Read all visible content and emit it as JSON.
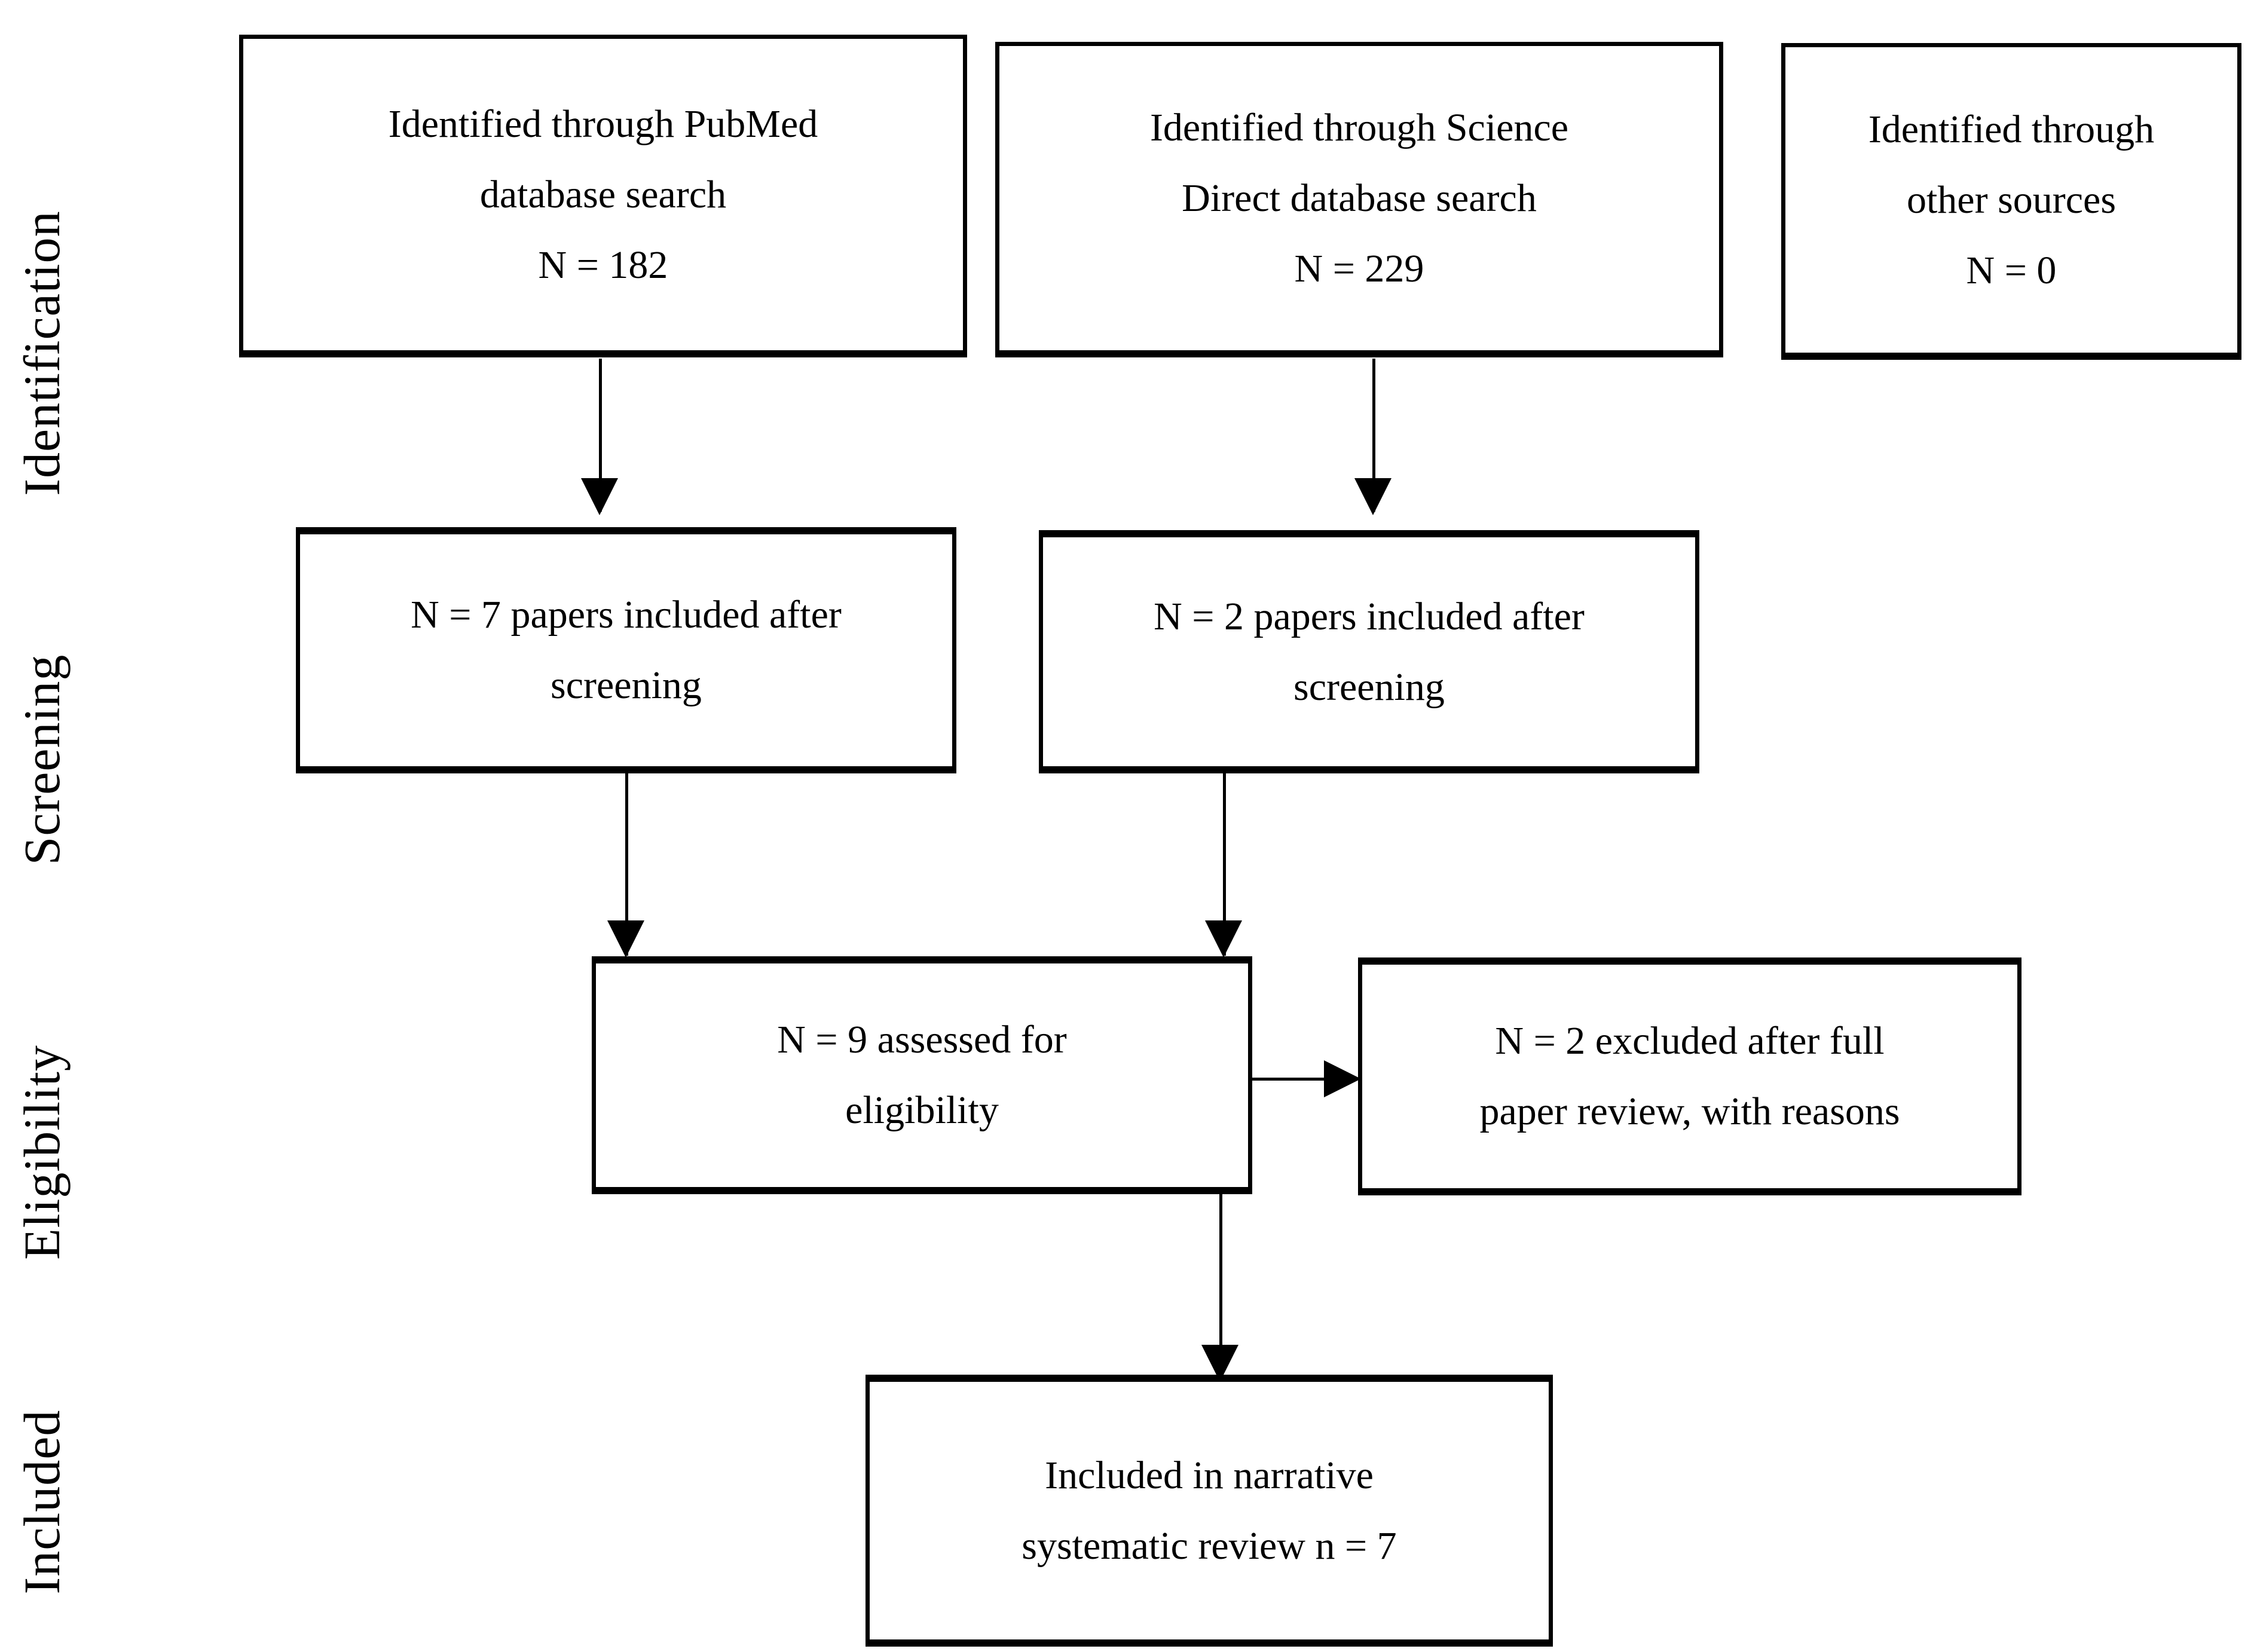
{
  "diagram": {
    "type": "prisma-flow-diagram",
    "stages": [
      {
        "id": "identification",
        "label": "Identification"
      },
      {
        "id": "screening",
        "label": "Screening"
      },
      {
        "id": "eligibility",
        "label": "Eligibility"
      },
      {
        "id": "included",
        "label": "Included"
      }
    ],
    "boxes": {
      "pubmed": {
        "line1": "Identified through PubMed",
        "line2": "database search",
        "line3": "N = 182",
        "count": 182,
        "source": "PubMed"
      },
      "sciencedirect": {
        "line1": "Identified through Science",
        "line2": "Direct database search",
        "line3": "N = 229",
        "count": 229,
        "source": "Science Direct"
      },
      "other_sources": {
        "line1": "Identified through",
        "line2": "other sources",
        "line3": "N = 0",
        "count": 0,
        "source": "other sources"
      },
      "screened_pubmed": {
        "line1": "N = 7 papers included after",
        "line2": "screening",
        "count": 7
      },
      "screened_sciencedirect": {
        "line1": "N = 2 papers included after",
        "line2": "screening",
        "count": 2
      },
      "eligibility_assessed": {
        "line1": "N = 9 assessed for",
        "line2": "eligibility",
        "count": 9
      },
      "excluded": {
        "line1": "N = 2 excluded after full",
        "line2": "paper review, with reasons",
        "count": 2
      },
      "included_final": {
        "line1": "Included in narrative",
        "line2": "systematic review n = 7",
        "count": 7
      }
    },
    "colors": {
      "stroke": "#000000",
      "fill": "#ffffff",
      "text": "#000000"
    }
  }
}
